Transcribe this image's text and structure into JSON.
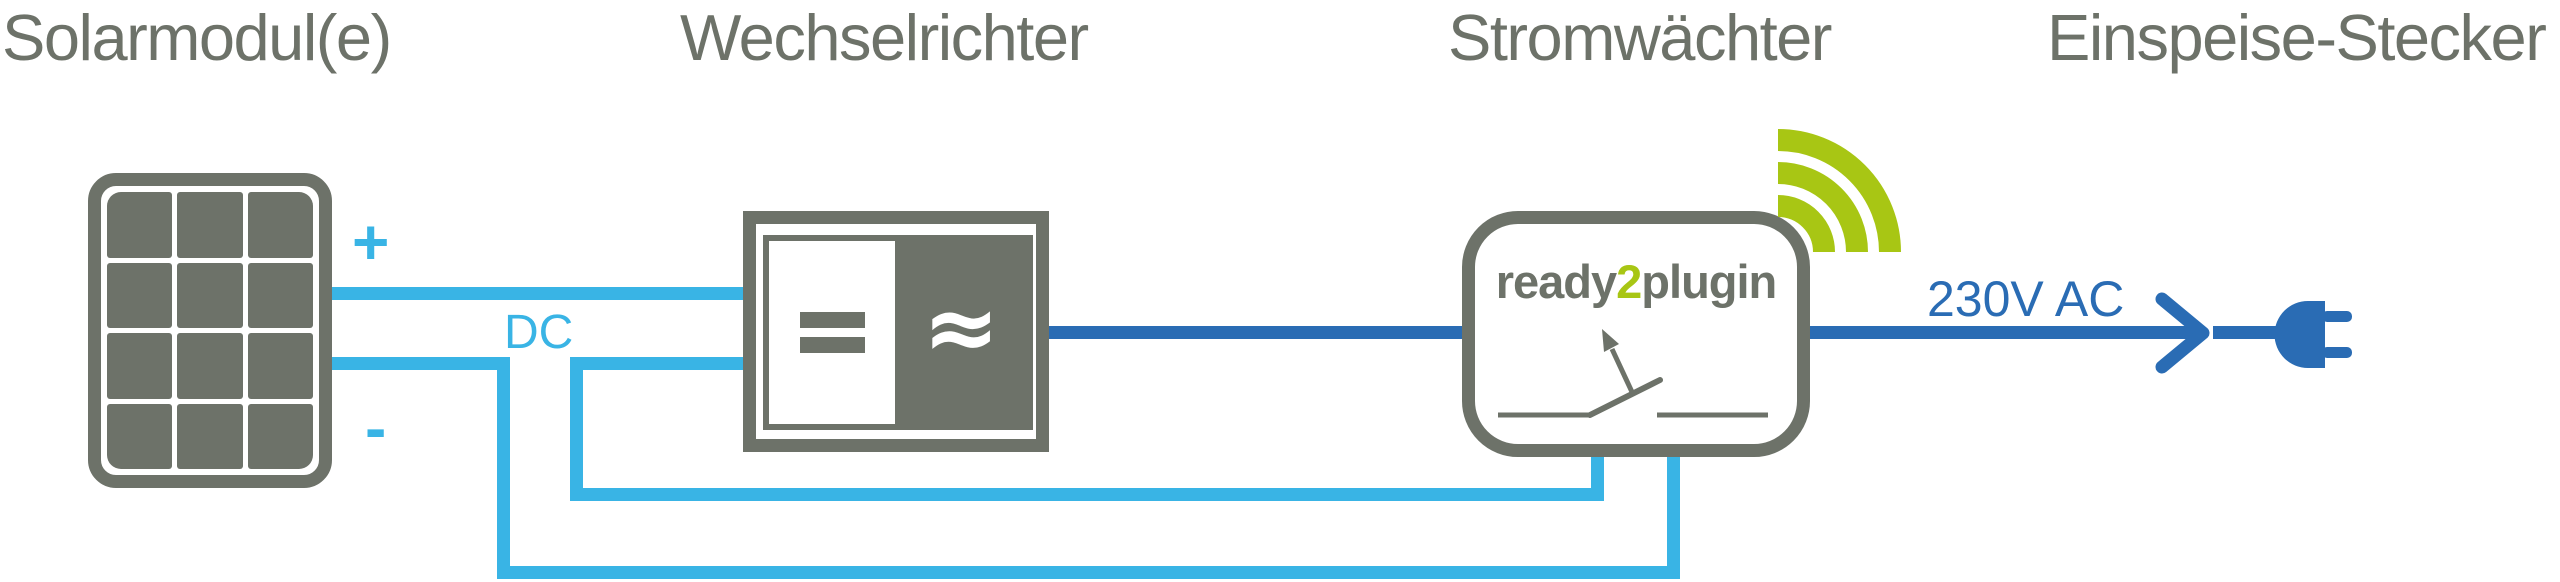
{
  "headers": {
    "solar": "Solarmodul(e)",
    "inverter": "Wechselrichter",
    "monitor": "Stromwächter",
    "plug": "Einspeise-Stecker"
  },
  "labels": {
    "plus": "+",
    "minus": "-",
    "dc": "DC",
    "ac": "230V AC"
  },
  "brand": {
    "prefix": "ready",
    "digit": "2",
    "suffix": "plugin"
  },
  "inverter_symbols": {
    "dc": "=",
    "ac": "≈"
  },
  "icons": {
    "solar_panel": "solar-panel-icon",
    "inverter": "inverter-icon",
    "wifi": "wifi-icon",
    "switch": "switch-icon",
    "flow_arrow": "arrow-right-icon",
    "power_plug": "plug-icon"
  },
  "colors": {
    "gray": "#6d7269",
    "light_blue": "#39b4e5",
    "dark_blue": "#2a6cb4",
    "green": "#a8c614"
  }
}
